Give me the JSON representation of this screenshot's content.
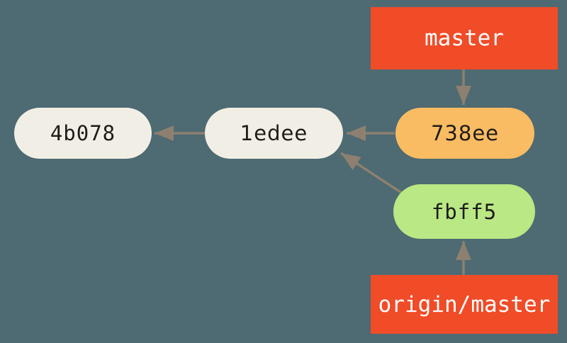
{
  "diagram": {
    "type": "git-commit-graph",
    "background_color": "#4E6A72",
    "edge_color": "#8D8070",
    "commits": [
      {
        "id": "4b078",
        "label": "4b078",
        "fill": "#F1EFE5",
        "text_color": "#1E1B18"
      },
      {
        "id": "1edee",
        "label": "1edee",
        "fill": "#F1EFE5",
        "text_color": "#1E1B18"
      },
      {
        "id": "738ee",
        "label": "738ee",
        "fill": "#F9BC63",
        "text_color": "#1E1B18"
      },
      {
        "id": "fbff5",
        "label": "fbff5",
        "fill": "#B9E885",
        "text_color": "#1E1B18"
      }
    ],
    "refs": [
      {
        "id": "master",
        "label": "master",
        "fill": "#F04C28",
        "text_color": "#FFFFFF"
      },
      {
        "id": "origin_master",
        "label": "origin/master",
        "fill": "#F04C28",
        "text_color": "#FFFFFF"
      }
    ],
    "edges": [
      {
        "from": "master",
        "to": "738ee"
      },
      {
        "from": "738ee",
        "to": "1edee"
      },
      {
        "from": "1edee",
        "to": "4b078"
      },
      {
        "from": "fbff5",
        "to": "1edee"
      },
      {
        "from": "origin/master",
        "to": "fbff5"
      }
    ]
  }
}
